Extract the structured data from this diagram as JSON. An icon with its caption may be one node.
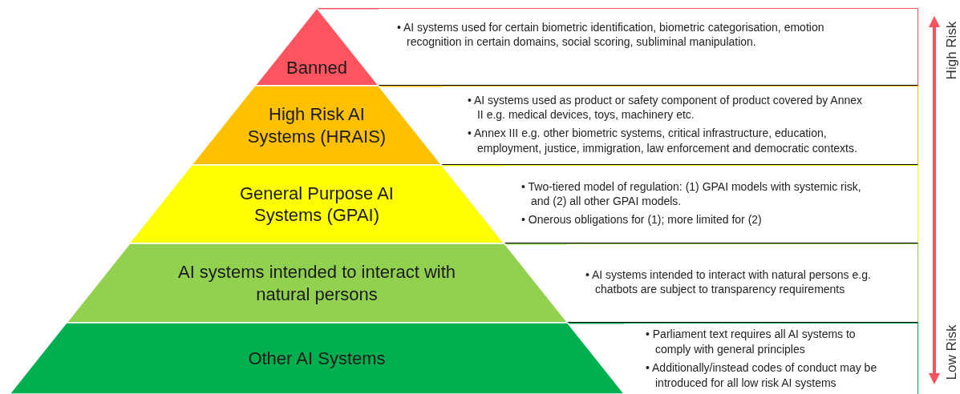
{
  "diagram": {
    "nodes": [
      {
        "text": [
          "Banned"
        ]
      },
      {
        "text": [
          "• AI systems used for certain biometric identification, biometric categorisation, emotion recognition in certain domains, social scoring, subliminal manipulation."
        ]
      },
      {
        "text": [
          "High Risk AI Systems (HRAIS)"
        ]
      },
      {
        "text": [
          "• AI systems used as product or safety component of product covered by Annex II e.g. medical devices, toys, machinery etc.",
          "• Annex III e.g. other biometric systems, critical infrastructure, education, employment, justice, immigration, law enforcement and democratic contexts."
        ]
      },
      {
        "text": [
          "General Purpose AI Systems (GPAI)"
        ]
      },
      {
        "text": [
          "• Two-tiered model of regulation: (1) GPAI models with systemic risk, and (2) all other GPAI models.",
          "• Onerous obligations for (1); more limited for (2)"
        ]
      },
      {
        "text": [
          "AI systems intended to interact with natural persons"
        ]
      },
      {
        "text": [
          "• AI systems intended to interact with natural persons e.g. chatbots are subject to transparency requirements"
        ]
      },
      {
        "text": [
          "Other AI Systems"
        ]
      },
      {
        "text": [
          "• Parliament text requires all AI systems to comply with general principles",
          "• Additionally/instead codes of conduct may be introduced for all low risk AI systems"
        ]
      }
    ],
    "labels": [
      "High Risk",
      "Low Risk"
    ]
  }
}
